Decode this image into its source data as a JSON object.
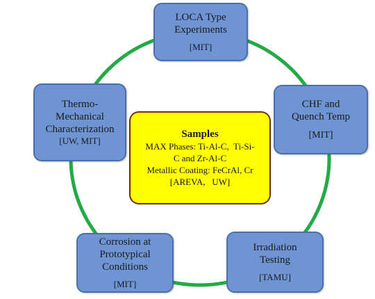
{
  "colors": {
    "ring": "#22aa44",
    "node_fill": "#6f94d3",
    "center_fill": "#ffff00",
    "center_border": "#7a2a1a"
  },
  "center": {
    "heading": "Samples",
    "lines": [
      "MAX Phases: Ti-Al-C,  Ti-Si-",
      "C and Zr-Al-C",
      "Metallic Coating: FeCrAl, Cr",
      "[AREVA,   UW]"
    ]
  },
  "nodes": {
    "loca": {
      "title": "LOCA Type\nExperiments",
      "org": "[MIT]"
    },
    "chf": {
      "title": "CHF and\nQuench Temp",
      "org": "[MIT]"
    },
    "thermo": {
      "title": "Thermo-\nMechanical\nCharacterization",
      "org": "[UW, MIT]"
    },
    "corrosion": {
      "title": "Corrosion at\nPrototypical\nConditions",
      "org": "[MIT]"
    },
    "irradiation": {
      "title": "Irradiation\nTesting",
      "org": "[TAMU]"
    }
  }
}
